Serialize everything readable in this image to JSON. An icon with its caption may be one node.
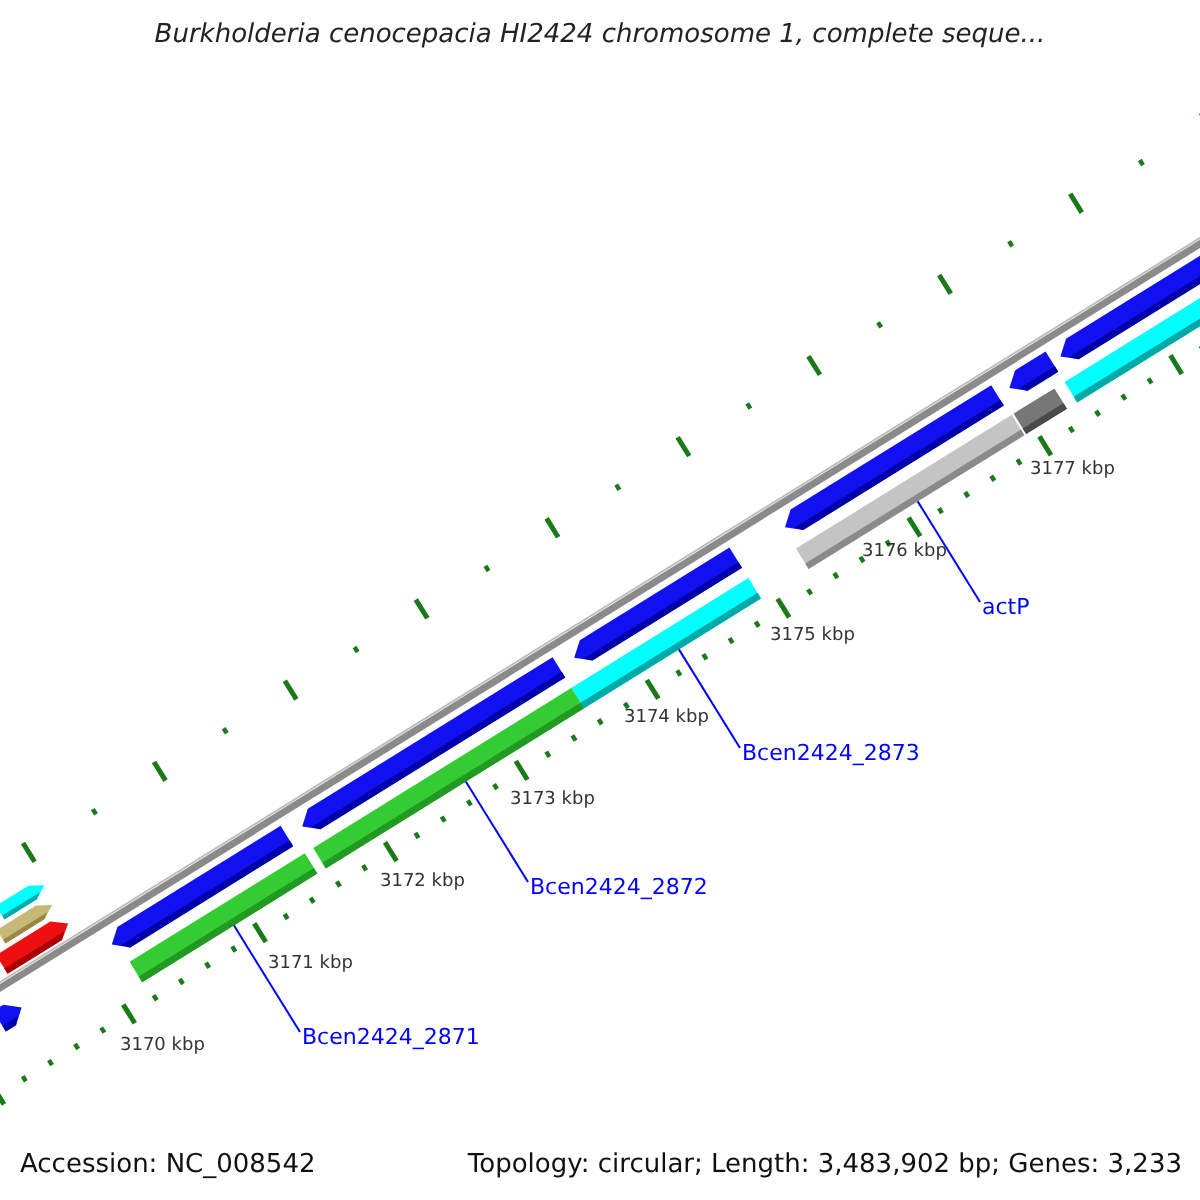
{
  "diagram": {
    "title": "Burkholderia cenocepacia HI2424 chromosome 1, complete seque...",
    "nodes": [
      {
        "text": [],
        "shape": "bar"
      },
      {
        "text": [],
        "shape": "bar"
      },
      {
        "text": [],
        "shape": "bar"
      },
      {
        "text": [],
        "shape": "bar"
      },
      {
        "text": [
          "Bcen2424_2871"
        ]
      },
      {
        "text": [
          "Bcen2424_2872"
        ]
      },
      {
        "text": [
          "Bcen2424_2873"
        ]
      },
      {
        "text": [
          "actP"
        ]
      },
      {
        "text": [],
        "shape": "arrow"
      },
      {
        "text": [],
        "shape": "arrow"
      },
      {
        "text": [],
        "shape": "arrow"
      },
      {
        "text": [],
        "shape": "arrow"
      },
      {
        "text": [],
        "shape": "arrow"
      },
      {
        "text": [],
        "shape": "arrow"
      },
      {
        "text": [],
        "shape": "arrow"
      },
      {
        "text": [],
        "shape": "arrow"
      },
      {
        "text": [],
        "shape": "arrow"
      },
      {
        "text": [],
        "shape": "arrow"
      },
      {
        "text": [],
        "shape": "bar"
      },
      {
        "text": [],
        "shape": "bar"
      }
    ],
    "edges": [
      {
        "from": 4,
        "to": 0,
        "arrow": "none"
      },
      {
        "from": 5,
        "to": 1,
        "arrow": "none"
      },
      {
        "from": 6,
        "to": 2,
        "arrow": "none"
      },
      {
        "from": 7,
        "to": 3,
        "arrow": "none"
      }
    ],
    "labels": [
      "3170 kbp",
      "3171 kbp",
      "3172 kbp",
      "3173 kbp",
      "3174 kbp",
      "3175 kbp",
      "3176 kbp",
      "3177 kbp",
      "Accession: NC_008542",
      "Topology: circular; Length: 3,483,902 bp; Genes: 3,233"
    ]
  }
}
